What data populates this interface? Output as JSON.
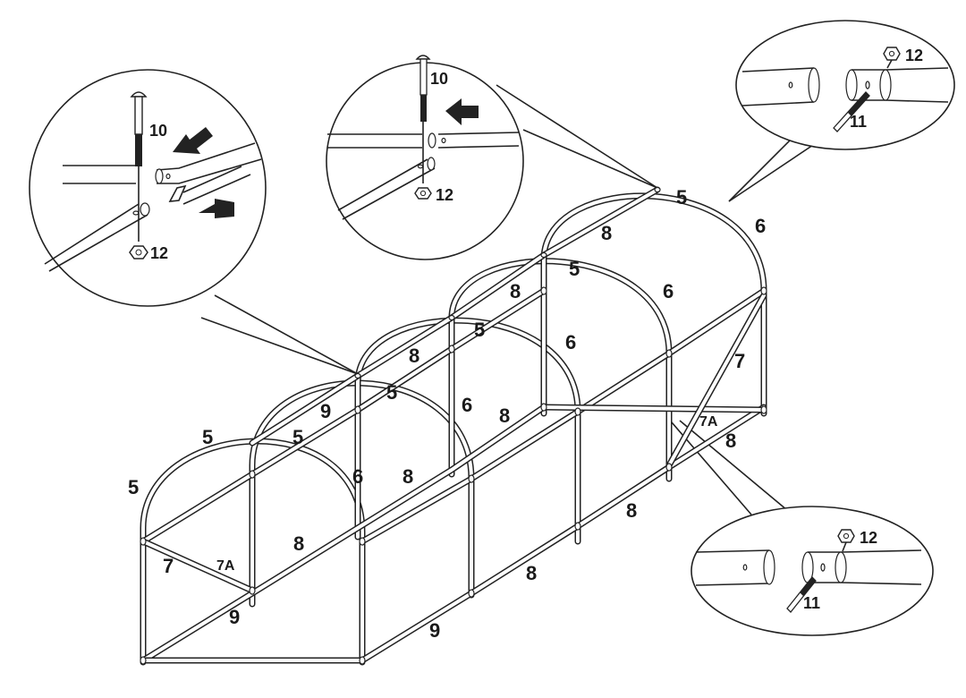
{
  "labels": {
    "arch_top": "5",
    "arch_side": "6",
    "ridge_pole": "8",
    "side_rail": "8",
    "base_rail": "9",
    "lower_rail": "9",
    "brace": "7",
    "brace_end": "7A",
    "bolt": "10",
    "pin": "11",
    "nut": "12"
  }
}
